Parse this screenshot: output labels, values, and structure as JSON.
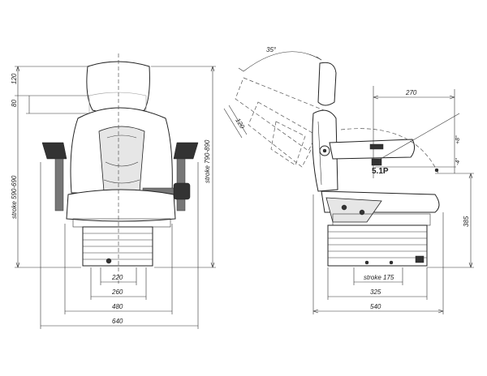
{
  "front_view": {
    "dimensions": {
      "headrest_height": "120",
      "headrest_adjust": "80",
      "seat_height_stroke": "stroke 590-690",
      "backrest_height_stroke": "stroke 790-890",
      "base_width_inner": "220",
      "base_width_outer": "260",
      "seat_width": "480",
      "overall_width": "640"
    }
  },
  "side_view": {
    "dimensions": {
      "backrest_angle": "35°",
      "backrest_offset": "120",
      "fore_aft": "270",
      "seat_tilt_upper": "+8°",
      "seat_tilt_lower": "-4°",
      "label": "5.1P",
      "suspension_stroke": "stroke 175",
      "base_depth": "325",
      "overall_depth": "540",
      "overall_height": "385"
    }
  }
}
